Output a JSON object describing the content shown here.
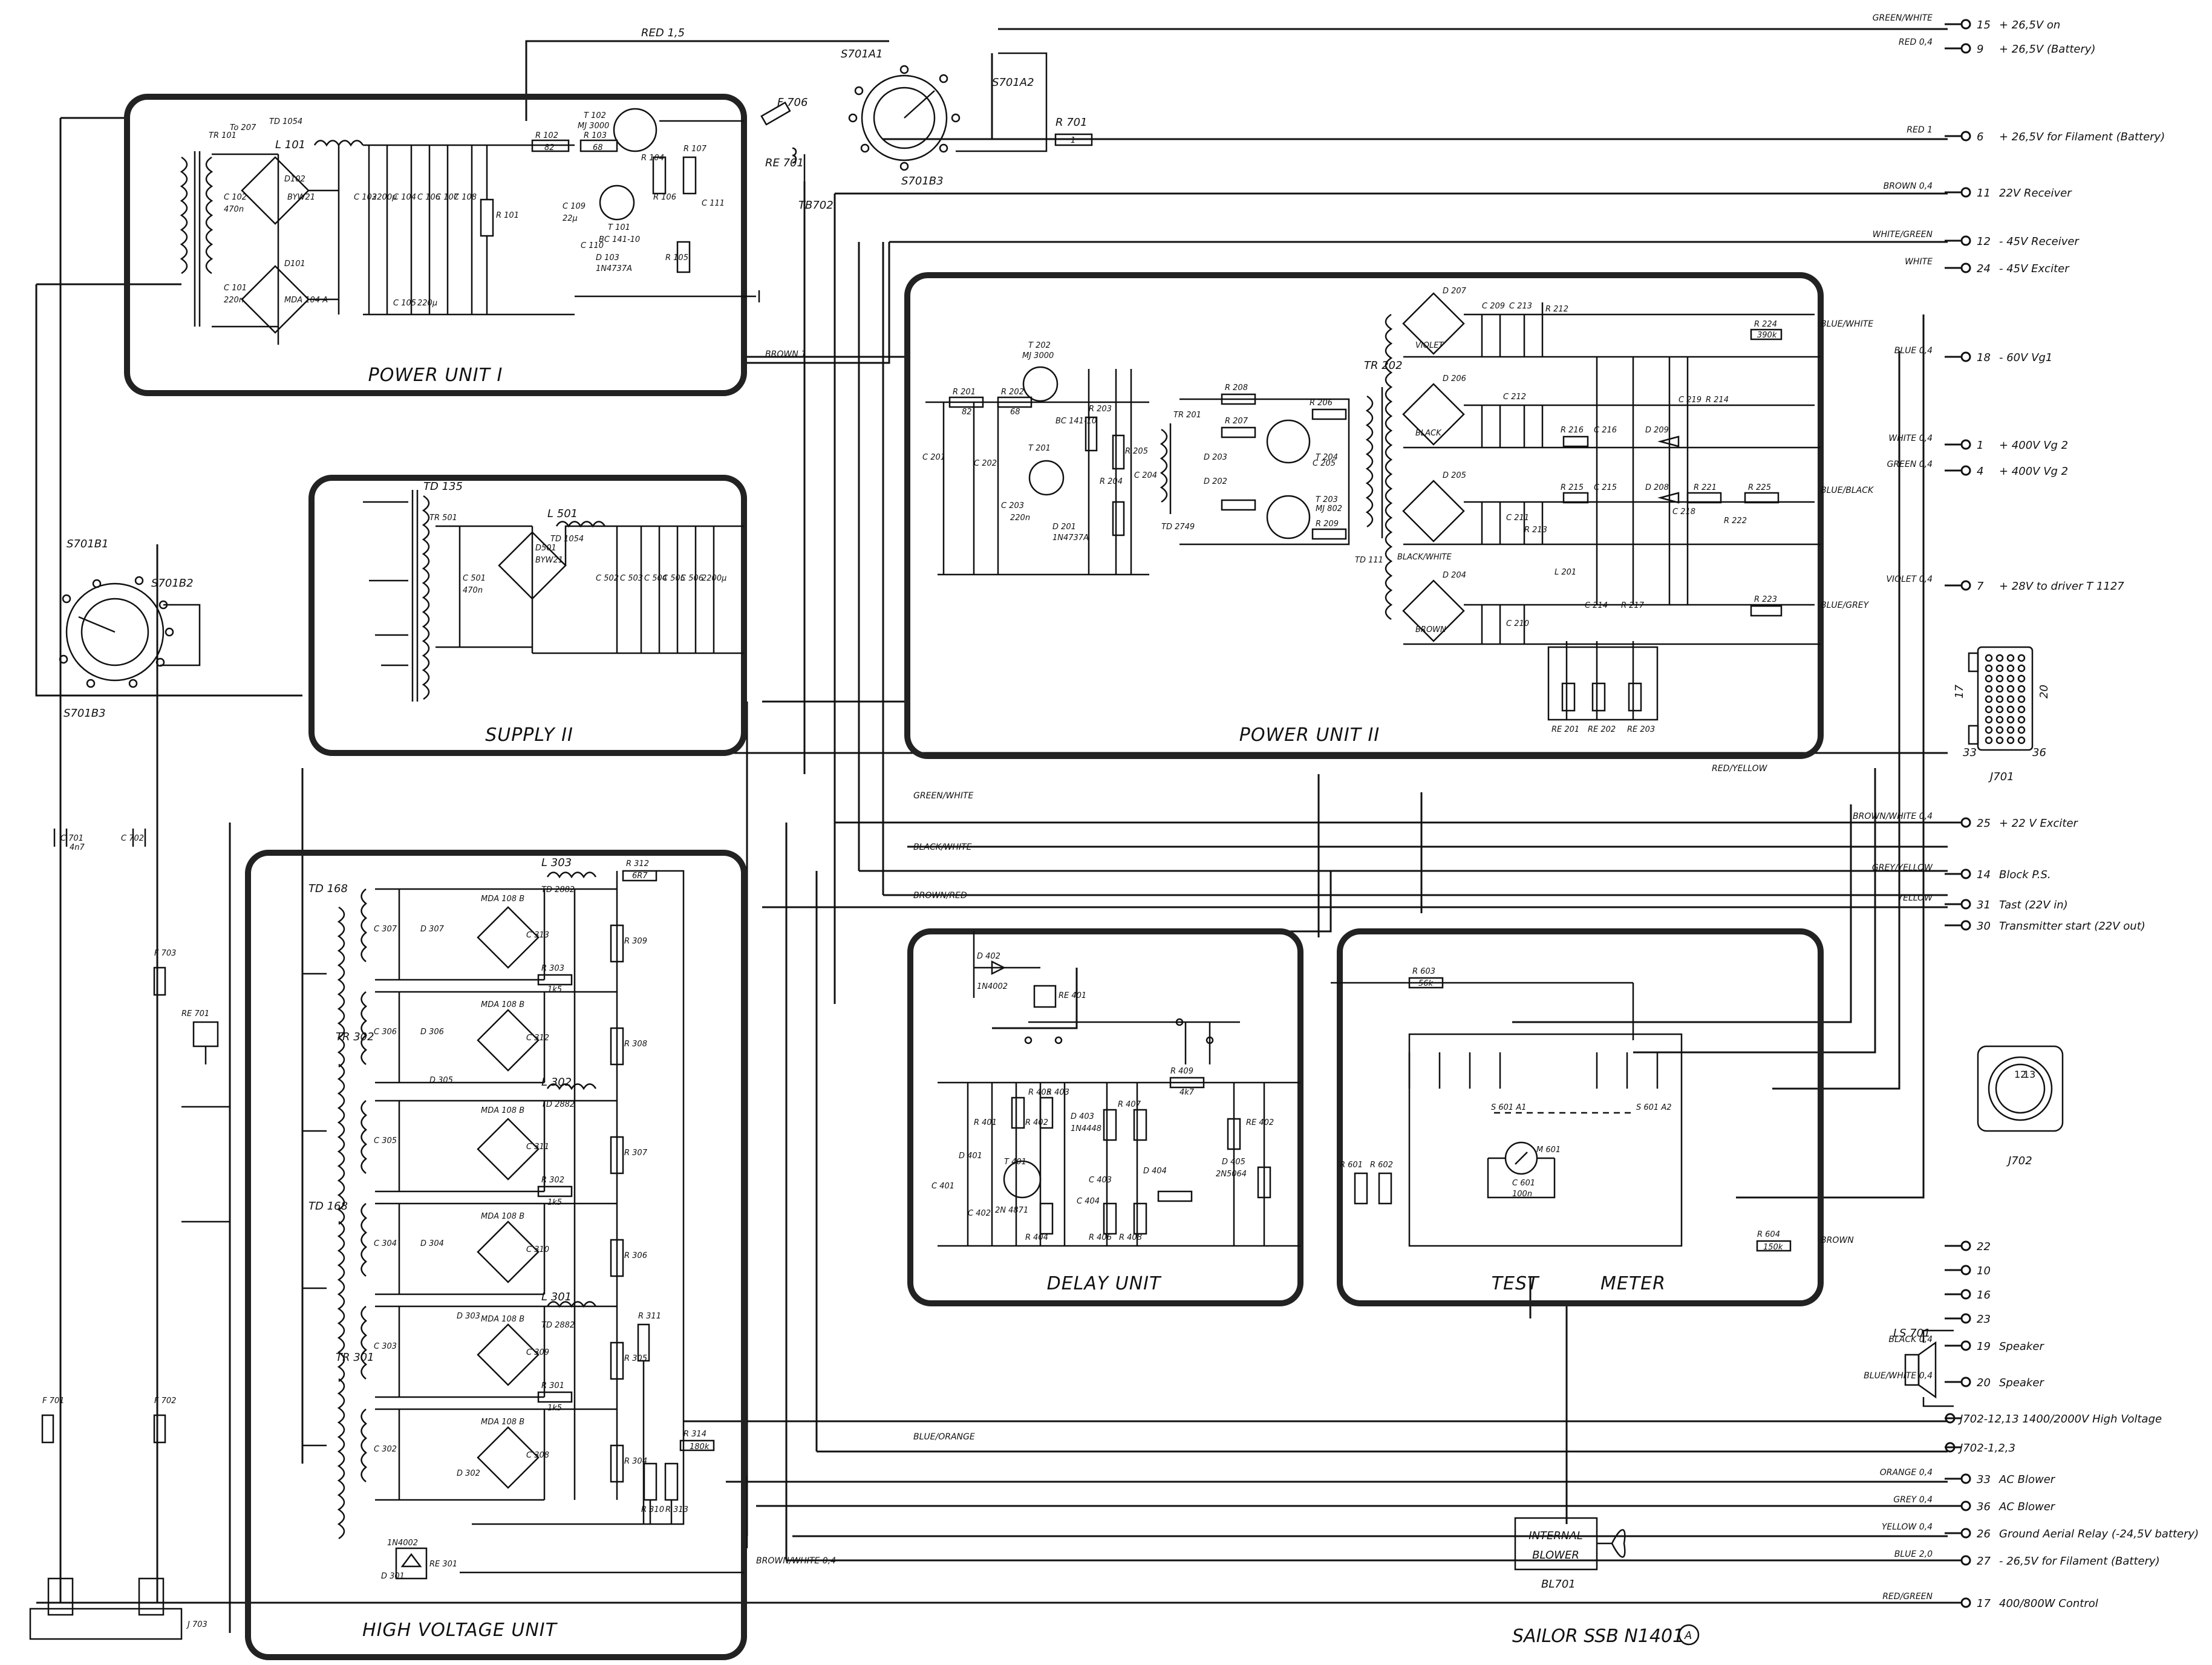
{
  "units": [
    {
      "id": "power-unit-1",
      "label": "POWER UNIT I"
    },
    {
      "id": "supply-2",
      "label": "SUPPLY II"
    },
    {
      "id": "power-unit-2",
      "label": "POWER UNIT II"
    },
    {
      "id": "high-voltage-unit",
      "label": "HIGH VOLTAGE UNIT"
    },
    {
      "id": "delay-unit",
      "label": "DELAY UNIT"
    },
    {
      "id": "test-meter-1",
      "label": "TEST"
    },
    {
      "id": "test-meter-2",
      "label": "METER"
    }
  ],
  "terminals": [
    {
      "pin": "15",
      "label": "+ 26,5V on",
      "wire": "GREEN/WHITE"
    },
    {
      "pin": "9",
      "label": "+ 26,5V (Battery)",
      "wire": "RED 0,4"
    },
    {
      "pin": "6",
      "label": "+ 26,5V for Filament (Battery)",
      "wire": "RED 1"
    },
    {
      "pin": "11",
      "label": "22V Receiver",
      "wire": "BROWN 0,4"
    },
    {
      "pin": "12",
      "label": "- 45V Receiver",
      "wire": "WHITE/GREEN"
    },
    {
      "pin": "24",
      "label": "- 45V Exciter",
      "wire": "WHITE"
    },
    {
      "pin": "18",
      "label": "- 60V Vg1",
      "wire": "BLUE 0,4"
    },
    {
      "pin": "1",
      "label": "+ 400V Vg 2",
      "wire": "WHITE 0,4"
    },
    {
      "pin": "4",
      "label": "+ 400V Vg 2",
      "wire": "GREEN 0,4"
    },
    {
      "pin": "7",
      "label": "+ 28V to driver T 1127",
      "wire": "VIOLET 0,4"
    },
    {
      "pin": "25",
      "label": "+ 22 V Exciter",
      "wire": "BROWN/WHITE 0,4"
    },
    {
      "pin": "14",
      "label": "Block P.S.",
      "wire": "GREY/YELLOW"
    },
    {
      "pin": "31",
      "label": "Tast (22V in)",
      "wire": "YELLOW"
    },
    {
      "pin": "30",
      "label": "Transmitter start (22V out)",
      "wire": ""
    },
    {
      "pin": "22",
      "label": "",
      "wire": ""
    },
    {
      "pin": "10",
      "label": "",
      "wire": ""
    },
    {
      "pin": "16",
      "label": "",
      "wire": ""
    },
    {
      "pin": "23",
      "label": "",
      "wire": ""
    },
    {
      "pin": "19",
      "label": "Speaker",
      "wire": "BLACK 0,4"
    },
    {
      "pin": "20",
      "label": "Speaker",
      "wire": "BLUE/WHITE 0,4"
    },
    {
      "pin": "",
      "label": "J702-12,13  1400/2000V High Voltage",
      "wire": ""
    },
    {
      "pin": "",
      "label": "J702-1,2,3",
      "wire": ""
    },
    {
      "pin": "33",
      "label": "AC Blower",
      "wire": "ORANGE 0,4"
    },
    {
      "pin": "36",
      "label": "AC Blower",
      "wire": "GREY 0,4"
    },
    {
      "pin": "26",
      "label": "Ground Aerial Relay (-24,5V battery)",
      "wire": "YELLOW 0,4"
    },
    {
      "pin": "27",
      "label": "- 26,5V for Filament (Battery)",
      "wire": "BLUE 2,0"
    },
    {
      "pin": "17",
      "label": "400/800W Control",
      "wire": "RED/GREEN"
    }
  ],
  "components": {
    "pu1": [
      "TR 101",
      "To 207",
      "L 101",
      "TD 1054",
      "D102",
      "BYW21",
      "D101",
      "MDA 104 A",
      "C 102",
      "470n",
      "C 101",
      "220n",
      "C 103",
      "2200µ",
      "C 104",
      "C 106",
      "C 107",
      "C 108",
      "R 101",
      "C 105",
      "220µ",
      "R 102",
      "82",
      "R 103",
      "68",
      "T 102",
      "MJ 3000",
      "C 109",
      "22µ",
      "C 110",
      "T 101",
      "BC 141-10",
      "D 103",
      "1N4737A",
      "R 104",
      "R 105",
      "R 106",
      "R 107",
      "C 111"
    ],
    "sw": [
      "S701A1",
      "S701A2",
      "S701B3",
      "S701B1",
      "S701B2",
      "S701B3",
      "F 706",
      "RE 701",
      "TB702",
      "R 701",
      "1"
    ],
    "s2": [
      "TD 135",
      "TR 501",
      "L 501",
      "TD 1054",
      "D501",
      "BYW21",
      "C 501",
      "470n",
      "C 502",
      "C 503",
      "C 504",
      "C 505",
      "C 506",
      "2200µ"
    ],
    "pu2": [
      "T 202",
      "MJ 3000",
      "R 201",
      "82",
      "R 202",
      "68",
      "T 201",
      "BC 141-10",
      "C 201",
      "C 202",
      "C 203",
      "220n",
      "D 201",
      "1N4737A",
      "R 203",
      "R 204",
      "R 205",
      "C 204",
      "TR 201",
      "TD 2749",
      "R 208",
      "R 207",
      "R 206",
      "D 203",
      "D 202",
      "T 204",
      "T 203",
      "MJ 802",
      "C 205",
      "R 209",
      "TR 202",
      "TD 111",
      "D 207",
      "D 206",
      "D 205",
      "D 204",
      "C 209",
      "C 213",
      "R 212",
      "R 224",
      "390k",
      "C 212",
      "R 216",
      "C 216",
      "D 209",
      "C 219",
      "R 214",
      "R 215",
      "C 215",
      "D 208",
      "C 218",
      "R 221",
      "R 225",
      "R 222",
      "C 211",
      "R 213",
      "L 201",
      "C 214",
      "R 217",
      "R 223",
      "C 210",
      "RE 201",
      "RE 202",
      "RE 203",
      "VIOLET",
      "BLACK",
      "BLACK/WHITE",
      "BROWN"
    ],
    "hv": [
      "TD 168",
      "TR 302",
      "TR 301",
      "C 307",
      "C 306",
      "C 305",
      "C 304",
      "C 303",
      "C 302",
      "D 307",
      "D 306",
      "D 305",
      "D 304",
      "D 303",
      "D 302",
      "MDA 108 B",
      "L 303",
      "TD 2882",
      "L 302",
      "L 301",
      "R 312",
      "6R7",
      "C 313",
      "C 312",
      "C 311",
      "C 310",
      "C 309",
      "C 308",
      "R 303",
      "R 302",
      "R 301",
      "1k5",
      "R 311",
      "R 314",
      "180k",
      "R 310",
      "R 309",
      "R 308",
      "R 307",
      "R 306",
      "R 305",
      "R 304",
      "R 313",
      "D 301",
      "1N4002",
      "RE 301"
    ],
    "delay": [
      "D 402",
      "1N4002",
      "RE 401",
      "R 409",
      "4k7",
      "RE 402",
      "R 401",
      "R 402",
      "T 401",
      "2N 4871",
      "D 401",
      "D 403",
      "1N4448",
      "C 401",
      "C 402",
      "C 403",
      "C 404",
      "R 403",
      "R 404",
      "R 405",
      "R 406",
      "R 407",
      "R 408",
      "D 404",
      "D 405",
      "2N5064"
    ],
    "meter": [
      "R 603",
      "56k",
      "S 601 A1",
      "S 601 A2",
      "M 601",
      "C 601",
      "100n",
      "R 601",
      "R 602",
      "R 604",
      "150k"
    ],
    "other": [
      "F 703",
      "F 701",
      "F 702",
      "RE 701",
      "C 701",
      "4n7",
      "C 702",
      "J 703",
      "J 701",
      "J 702",
      "LS 701",
      "BL 701"
    ],
    "wires": [
      "RED 1,5",
      "BROWN 1",
      "GREEN/WHITE",
      "BLACK/WHITE",
      "BROWN/RED",
      "BLUE/ORANGE",
      "BROWN/WHITE 0,4",
      "RED/YELLOW",
      "BLUE/WHITE",
      "BLUE/BLACK",
      "BLUE/GREY",
      "BROWN"
    ]
  },
  "blower": {
    "line1": "INTERNAL",
    "line2": "BLOWER",
    "ref": "BL701"
  },
  "title_block": {
    "title": "SAILOR  SSB  N1401",
    "revision": "A"
  },
  "connector_j701": {
    "ref": "J701",
    "pins": [
      "17",
      "20",
      "33",
      "36"
    ]
  },
  "connector_j702": {
    "ref": "J702",
    "pins": [
      "12",
      "13"
    ]
  }
}
